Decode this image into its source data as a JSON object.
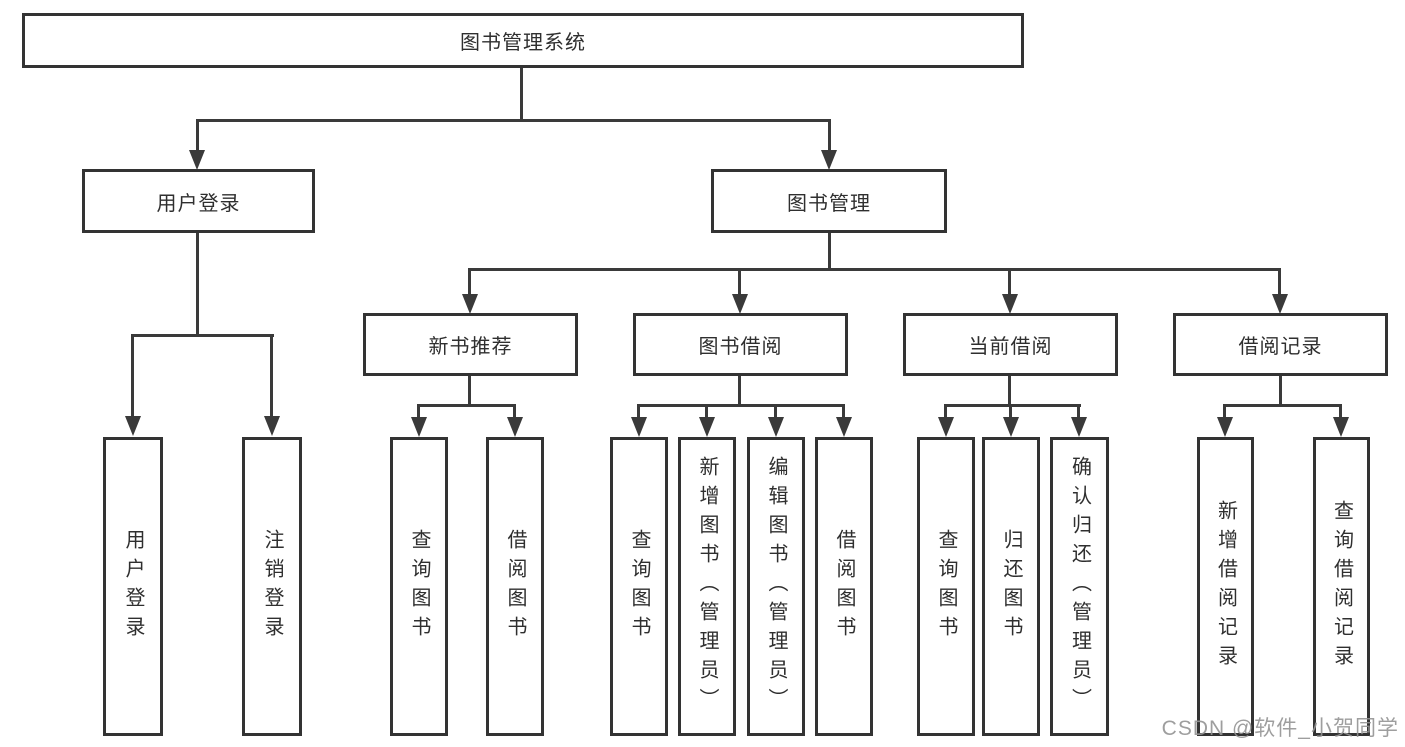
{
  "colors": {
    "background": "#ffffff",
    "line": "#3a3a3a",
    "box_border": "#333333",
    "text": "#2f2f2f",
    "watermark": "#949494"
  },
  "tree": {
    "root": "图书管理系统",
    "branches": [
      {
        "label": "用户登录",
        "children": [
          "用户登录",
          "注销登录"
        ]
      },
      {
        "label": "图书管理",
        "sections": [
          {
            "label": "新书推荐",
            "children": [
              "查询图书",
              "借阅图书"
            ]
          },
          {
            "label": "图书借阅",
            "children": [
              "查询图书",
              "新增图书（管理员）",
              "编辑图书（管理员）",
              "借阅图书"
            ]
          },
          {
            "label": "当前借阅",
            "children": [
              "查询图书",
              "归还图书",
              "确认归还（管理员）"
            ]
          },
          {
            "label": "借阅记录",
            "children": [
              "新增借阅记录",
              "查询借阅记录"
            ]
          }
        ]
      }
    ]
  },
  "watermark": {
    "text": "CSDN @软件_小贺同学"
  }
}
